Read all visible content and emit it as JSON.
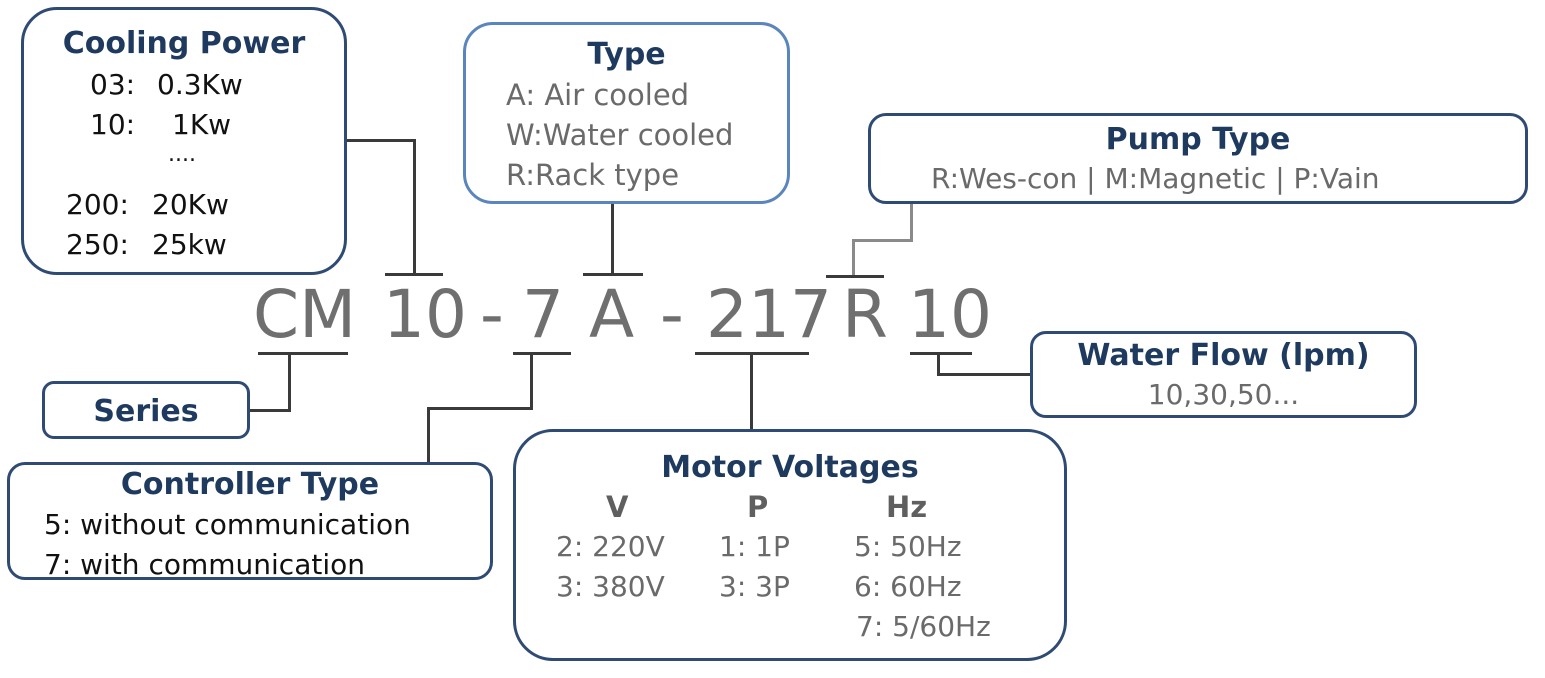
{
  "cooling_power": {
    "title": "Cooling Power",
    "rows": [
      {
        "code": "03:",
        "value": "0.3Kw"
      },
      {
        "code": "10:",
        "value": "1Kw"
      },
      {
        "code": "",
        "value": "...."
      },
      {
        "code": "200:",
        "value": "20Kw"
      },
      {
        "code": "250:",
        "value": "25kw"
      }
    ]
  },
  "type": {
    "title": "Type",
    "rows": [
      "A: Air cooled",
      "W:Water cooled",
      "R:Rack type"
    ]
  },
  "pump_type": {
    "title": "Pump Type",
    "text": "R:Wes-con | M:Magnetic | P:Vain"
  },
  "water_flow": {
    "title": "Water Flow (lpm)",
    "text": "10,30,50..."
  },
  "series": {
    "title": "Series"
  },
  "controller_type": {
    "title": "Controller Type",
    "rows": [
      "5: without communication",
      "7: with communication"
    ]
  },
  "motor_voltages": {
    "title": "Motor Voltages",
    "headers": [
      "V",
      "P",
      "Hz"
    ],
    "v": [
      "2: 220V",
      "3: 380V"
    ],
    "p": [
      "1: 1P",
      "3: 3P"
    ],
    "hz": [
      "5: 50Hz",
      "6: 60Hz",
      "7: 5/60Hz"
    ]
  },
  "model_code": {
    "series": "CM",
    "cooling": "10",
    "dash1": "-",
    "controller": "7",
    "type": "A",
    "dash2": "-",
    "voltage": "217",
    "pump": "R",
    "flow": "10"
  },
  "colors": {
    "title_navy": "#1f3a5f",
    "border_navy": "#2f4b74",
    "border_blue": "#5a86bd",
    "code_grey": "#6f6f6f"
  }
}
